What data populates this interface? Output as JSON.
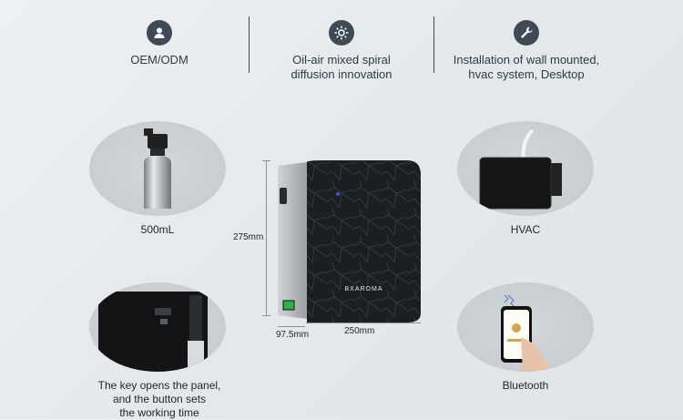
{
  "features": [
    {
      "icon": "user-icon",
      "label": "OEM/ODM"
    },
    {
      "icon": "spiral-sun-icon",
      "label_line1": "Oil-air mixed spiral",
      "label_line2": "diffusion innovation"
    },
    {
      "icon": "wrench-icon",
      "label_line1": "Installation of wall mounted,",
      "label_line2": "hvac system, Desktop"
    }
  ],
  "items": {
    "bottle": "500mL",
    "hvac": "HVAC",
    "panel_line1": "The key opens the panel,",
    "panel_line2": "and the button sets",
    "panel_line3": "the working time",
    "bluetooth": "Bluetooth"
  },
  "device": {
    "brand": "BXAROMA",
    "height": "275mm",
    "depth": "97.5mm",
    "width": "250mm"
  },
  "colors": {
    "icon_bg": "#3e4b57",
    "panel": "#1c1f22",
    "accent_led": "#2db24a"
  }
}
